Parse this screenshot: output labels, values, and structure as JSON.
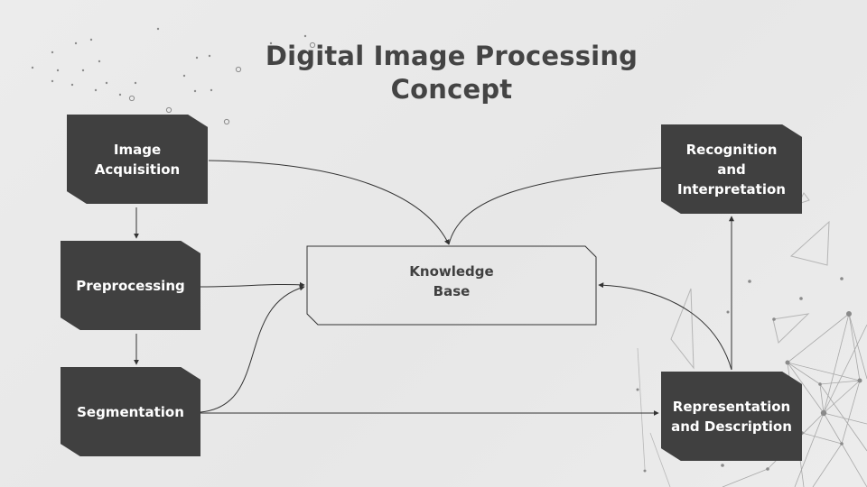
{
  "title": {
    "line1": "Digital Image Processing",
    "line2": "Concept"
  },
  "nodes": {
    "image_acquisition": {
      "line1": "Image",
      "line2": "Acquisition"
    },
    "preprocessing": {
      "line1": "Preprocessing"
    },
    "segmentation": {
      "line1": "Segmentation"
    },
    "recognition": {
      "line1": "Recognition",
      "line2": "and",
      "line3": "Interpretation"
    },
    "representation": {
      "line1": "Representation",
      "line2": "and Description"
    }
  },
  "knowledge_base": {
    "line1": "Knowledge",
    "line2": "Base"
  },
  "colors": {
    "node_fill": "#404040",
    "node_text": "#ffffff",
    "title_text": "#444444",
    "background": "#e9e9e9",
    "connector": "#333333"
  }
}
